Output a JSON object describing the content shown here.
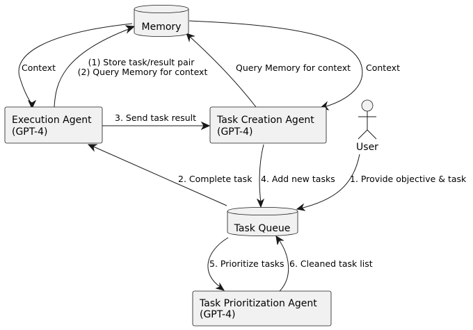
{
  "nodes": {
    "memory": {
      "label": "Memory"
    },
    "execution_agent": {
      "label": "Execution Agent",
      "model": "(GPT-4)"
    },
    "task_creation_agent": {
      "label": "Task Creation Agent",
      "model": "(GPT-4)"
    },
    "user": {
      "label": "User"
    },
    "task_queue": {
      "label": "Task Queue"
    },
    "task_prioritization_agent": {
      "label": "Task Prioritization Agent",
      "model": "(GPT-4)"
    }
  },
  "edges": {
    "memory_to_execution": "Context",
    "execution_to_memory": [
      "(1) Store task/result pair",
      "(2) Query Memory for context"
    ],
    "task_creation_to_memory": "Query Memory for context",
    "memory_to_task_creation": "Context",
    "execution_to_task_creation": "3. Send task result",
    "queue_to_execution": "2. Complete task",
    "task_creation_to_queue": "4. Add new tasks",
    "user_to_queue": "1. Provide objective & task",
    "queue_to_prioritization": "5. Prioritize tasks",
    "prioritization_to_queue": "6. Cleaned task list"
  },
  "colors": {
    "node_fill": "#f1f1f1",
    "stroke": "#181818",
    "background": "#ffffff"
  }
}
